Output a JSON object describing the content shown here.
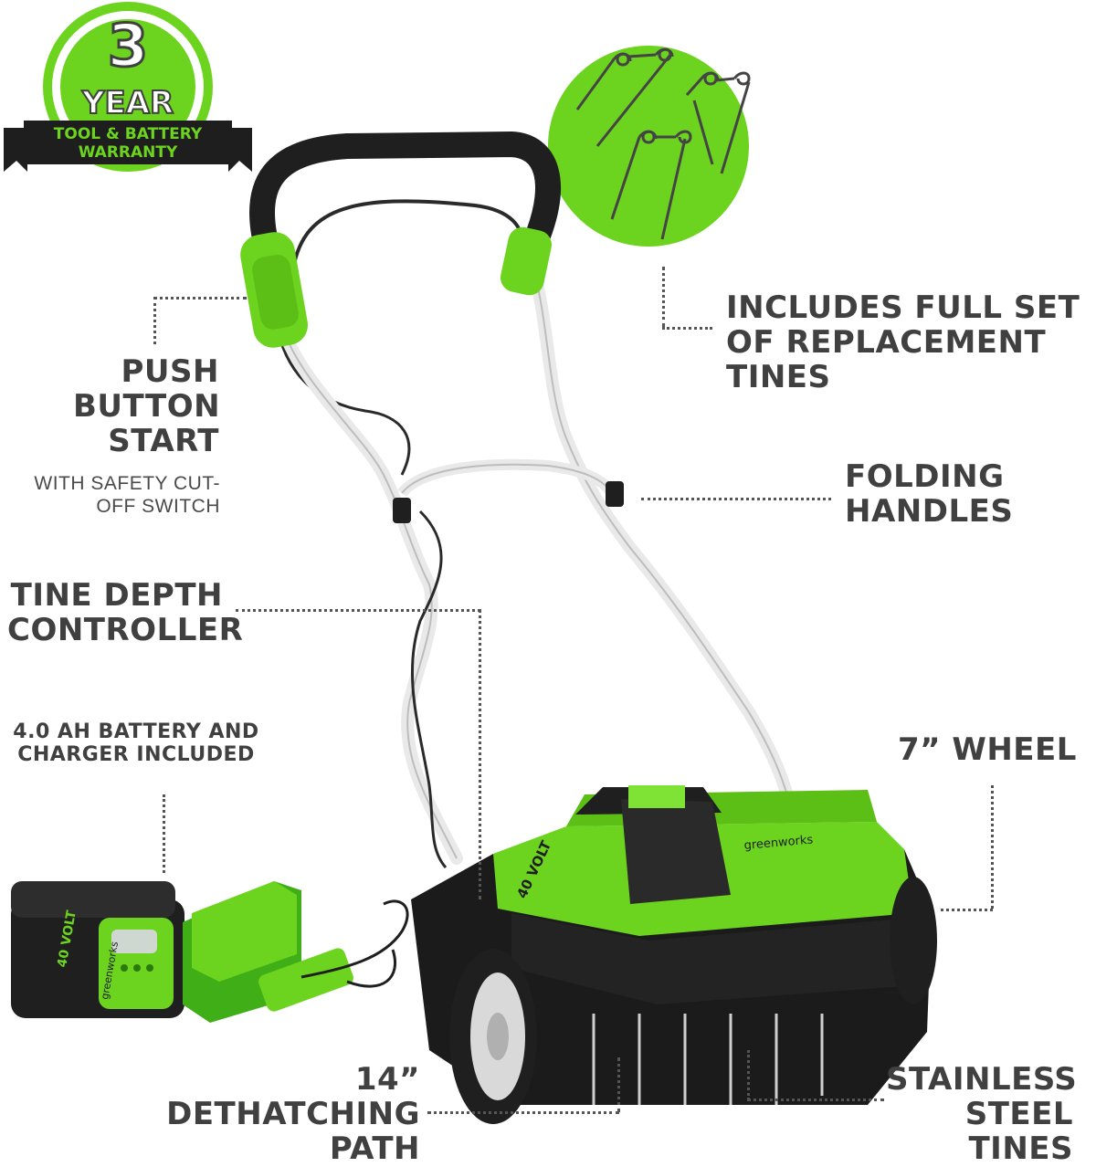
{
  "badge": {
    "number": "3",
    "year": "YEAR",
    "ribbon_line1": "TOOL & BATTERY",
    "ribbon_line2": "WARRANTY"
  },
  "callouts": {
    "replacement_tines": "INCLUDES FULL SET OF REPLACEMENT TINES",
    "push_button_title": "PUSH BUTTON START",
    "push_button_sub": "WITH SAFETY CUT-OFF SWITCH",
    "folding_handles": "FOLDING HANDLES",
    "tine_depth": "TINE DEPTH CONTROLLER",
    "battery": "4.0 AH BATTERY AND CHARGER INCLUDED",
    "wheel": "7” WHEEL",
    "dethatching": "14” DETHATCHING PATH",
    "stainless": "STAINLESS STEEL TINES"
  },
  "product_text": {
    "deck_brand": "greenworks",
    "deck_voltage": "40 VOLT",
    "battery_brand": "greenworks",
    "battery_voltage": "40 VOLT"
  },
  "colors": {
    "brand_green": "#6cd31f",
    "dark_green": "#3a8e12",
    "text_gray": "#404040",
    "ribbon_black": "#1e1e1e"
  }
}
